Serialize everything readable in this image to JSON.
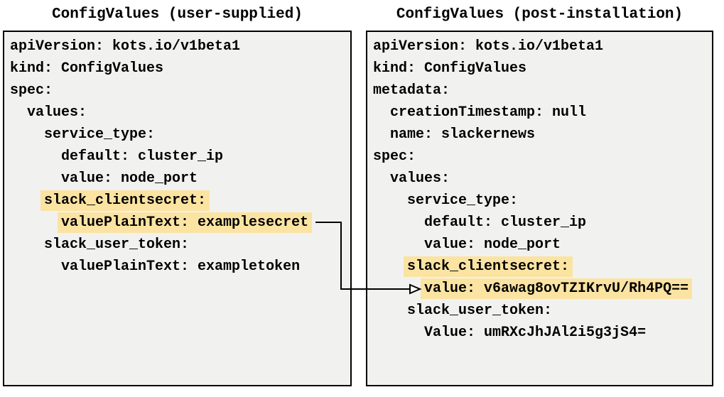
{
  "left_panel": {
    "title": "ConfigValues (user-supplied)",
    "lines": [
      {
        "indent": 0,
        "text": "apiVersion: kots.io/v1beta1",
        "highlight": false
      },
      {
        "indent": 0,
        "text": "kind: ConfigValues",
        "highlight": false
      },
      {
        "indent": 0,
        "text": "spec:",
        "highlight": false
      },
      {
        "indent": 2,
        "text": "values:",
        "highlight": false
      },
      {
        "indent": 4,
        "text": "service_type:",
        "highlight": false
      },
      {
        "indent": 6,
        "text": "default: cluster_ip",
        "highlight": false
      },
      {
        "indent": 6,
        "text": "value: node_port",
        "highlight": false
      },
      {
        "indent": 4,
        "text": "slack_clientsecret:",
        "highlight": true
      },
      {
        "indent": 6,
        "text": "valuePlainText: examplesecret",
        "highlight": true
      },
      {
        "indent": 4,
        "text": "slack_user_token:",
        "highlight": false
      },
      {
        "indent": 6,
        "text": "valuePlainText: exampletoken",
        "highlight": false
      }
    ]
  },
  "right_panel": {
    "title": "ConfigValues (post-installation)",
    "lines": [
      {
        "indent": 0,
        "text": "apiVersion: kots.io/v1beta1",
        "highlight": false
      },
      {
        "indent": 0,
        "text": "kind: ConfigValues",
        "highlight": false
      },
      {
        "indent": 0,
        "text": "metadata:",
        "highlight": false
      },
      {
        "indent": 2,
        "text": "creationTimestamp: null",
        "highlight": false
      },
      {
        "indent": 2,
        "text": "name: slackernews",
        "highlight": false
      },
      {
        "indent": 0,
        "text": "spec:",
        "highlight": false
      },
      {
        "indent": 2,
        "text": "values:",
        "highlight": false
      },
      {
        "indent": 4,
        "text": "service_type:",
        "highlight": false
      },
      {
        "indent": 6,
        "text": "default: cluster_ip",
        "highlight": false
      },
      {
        "indent": 6,
        "text": "value: node_port",
        "highlight": false
      },
      {
        "indent": 4,
        "text": "slack_clientsecret:",
        "highlight": true
      },
      {
        "indent": 6,
        "text": "value: v6awag8ovTZIKrvU/Rh4PQ==",
        "highlight": true
      },
      {
        "indent": 4,
        "text": "slack_user_token:",
        "highlight": false
      },
      {
        "indent": 6,
        "text": "Value: umRXcJhJAl2i5g3jS4=",
        "highlight": false
      }
    ]
  },
  "arrow": {
    "connects_from_text": "valuePlainText: examplesecret",
    "connects_to_text": "value: v6awag8ovTZIKrvU/Rh4PQ=="
  },
  "colors": {
    "highlight": "#FBE3A2",
    "panel_background": "#F1F1F0",
    "border": "#000000",
    "text": "#000000"
  }
}
